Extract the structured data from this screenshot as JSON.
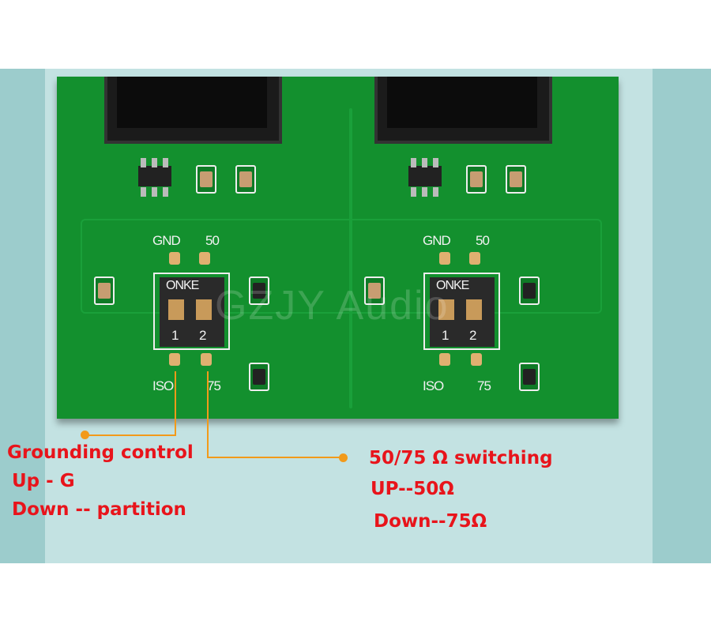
{
  "pcb": {
    "watermark": "GZJY Audio",
    "channels": [
      {
        "top_left": "GND",
        "top_right": "50",
        "switch_label": "ONKE",
        "switch_1": "1",
        "switch_2": "2",
        "bottom_left": "ISO",
        "bottom_right": "75"
      },
      {
        "top_left": "GND",
        "top_right": "50",
        "switch_label": "ONKE",
        "switch_1": "1",
        "switch_2": "2",
        "bottom_left": "ISO",
        "bottom_right": "75"
      }
    ]
  },
  "annotations": {
    "grounding": {
      "title": "Grounding control",
      "up": "Up - G",
      "down": "Down -- partition"
    },
    "impedance": {
      "title": "50/75 Ω switching",
      "up": "UP--50Ω",
      "down": "Down--75Ω"
    }
  },
  "colors": {
    "label": "#e8141b",
    "leader": "#f29a1a",
    "pcb": "#13902e"
  }
}
